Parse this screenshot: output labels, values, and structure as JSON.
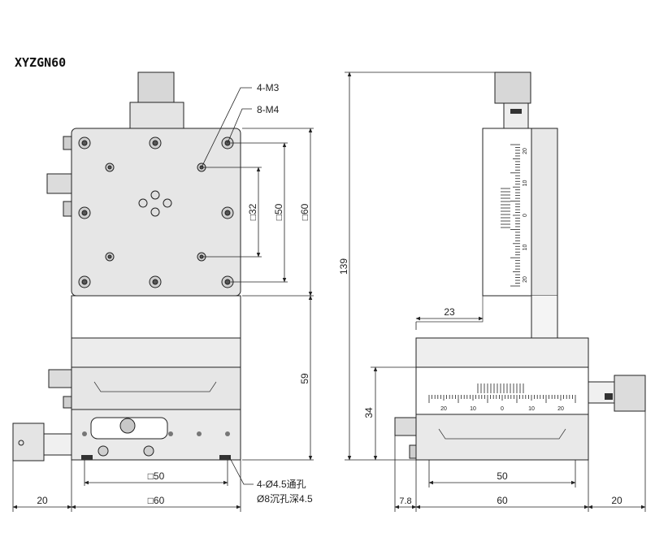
{
  "title": "XYZGN60",
  "front_view": {
    "callout_1": "4-M3",
    "callout_2": "8-M4",
    "dim_32": "□32",
    "dim_50": "□50",
    "dim_60": "□60",
    "dim_59": "59",
    "dim_bottom_50": "□50",
    "dim_bottom_60": "□60",
    "dim_20": "20",
    "hole_note_1": "4-Ø4.5通孔",
    "hole_note_2": "Ø8沉孔深4.5"
  },
  "side_view": {
    "dim_139": "139",
    "dim_23": "23",
    "dim_34": "34",
    "dim_50": "50",
    "dim_7_8": "7.8",
    "dim_60": "60",
    "dim_20": "20",
    "vertical_scale_labels": [
      "20",
      "10",
      "0",
      "10",
      "20"
    ],
    "horizontal_scale_labels": [
      "20",
      "10",
      "0",
      "10",
      "20"
    ]
  }
}
